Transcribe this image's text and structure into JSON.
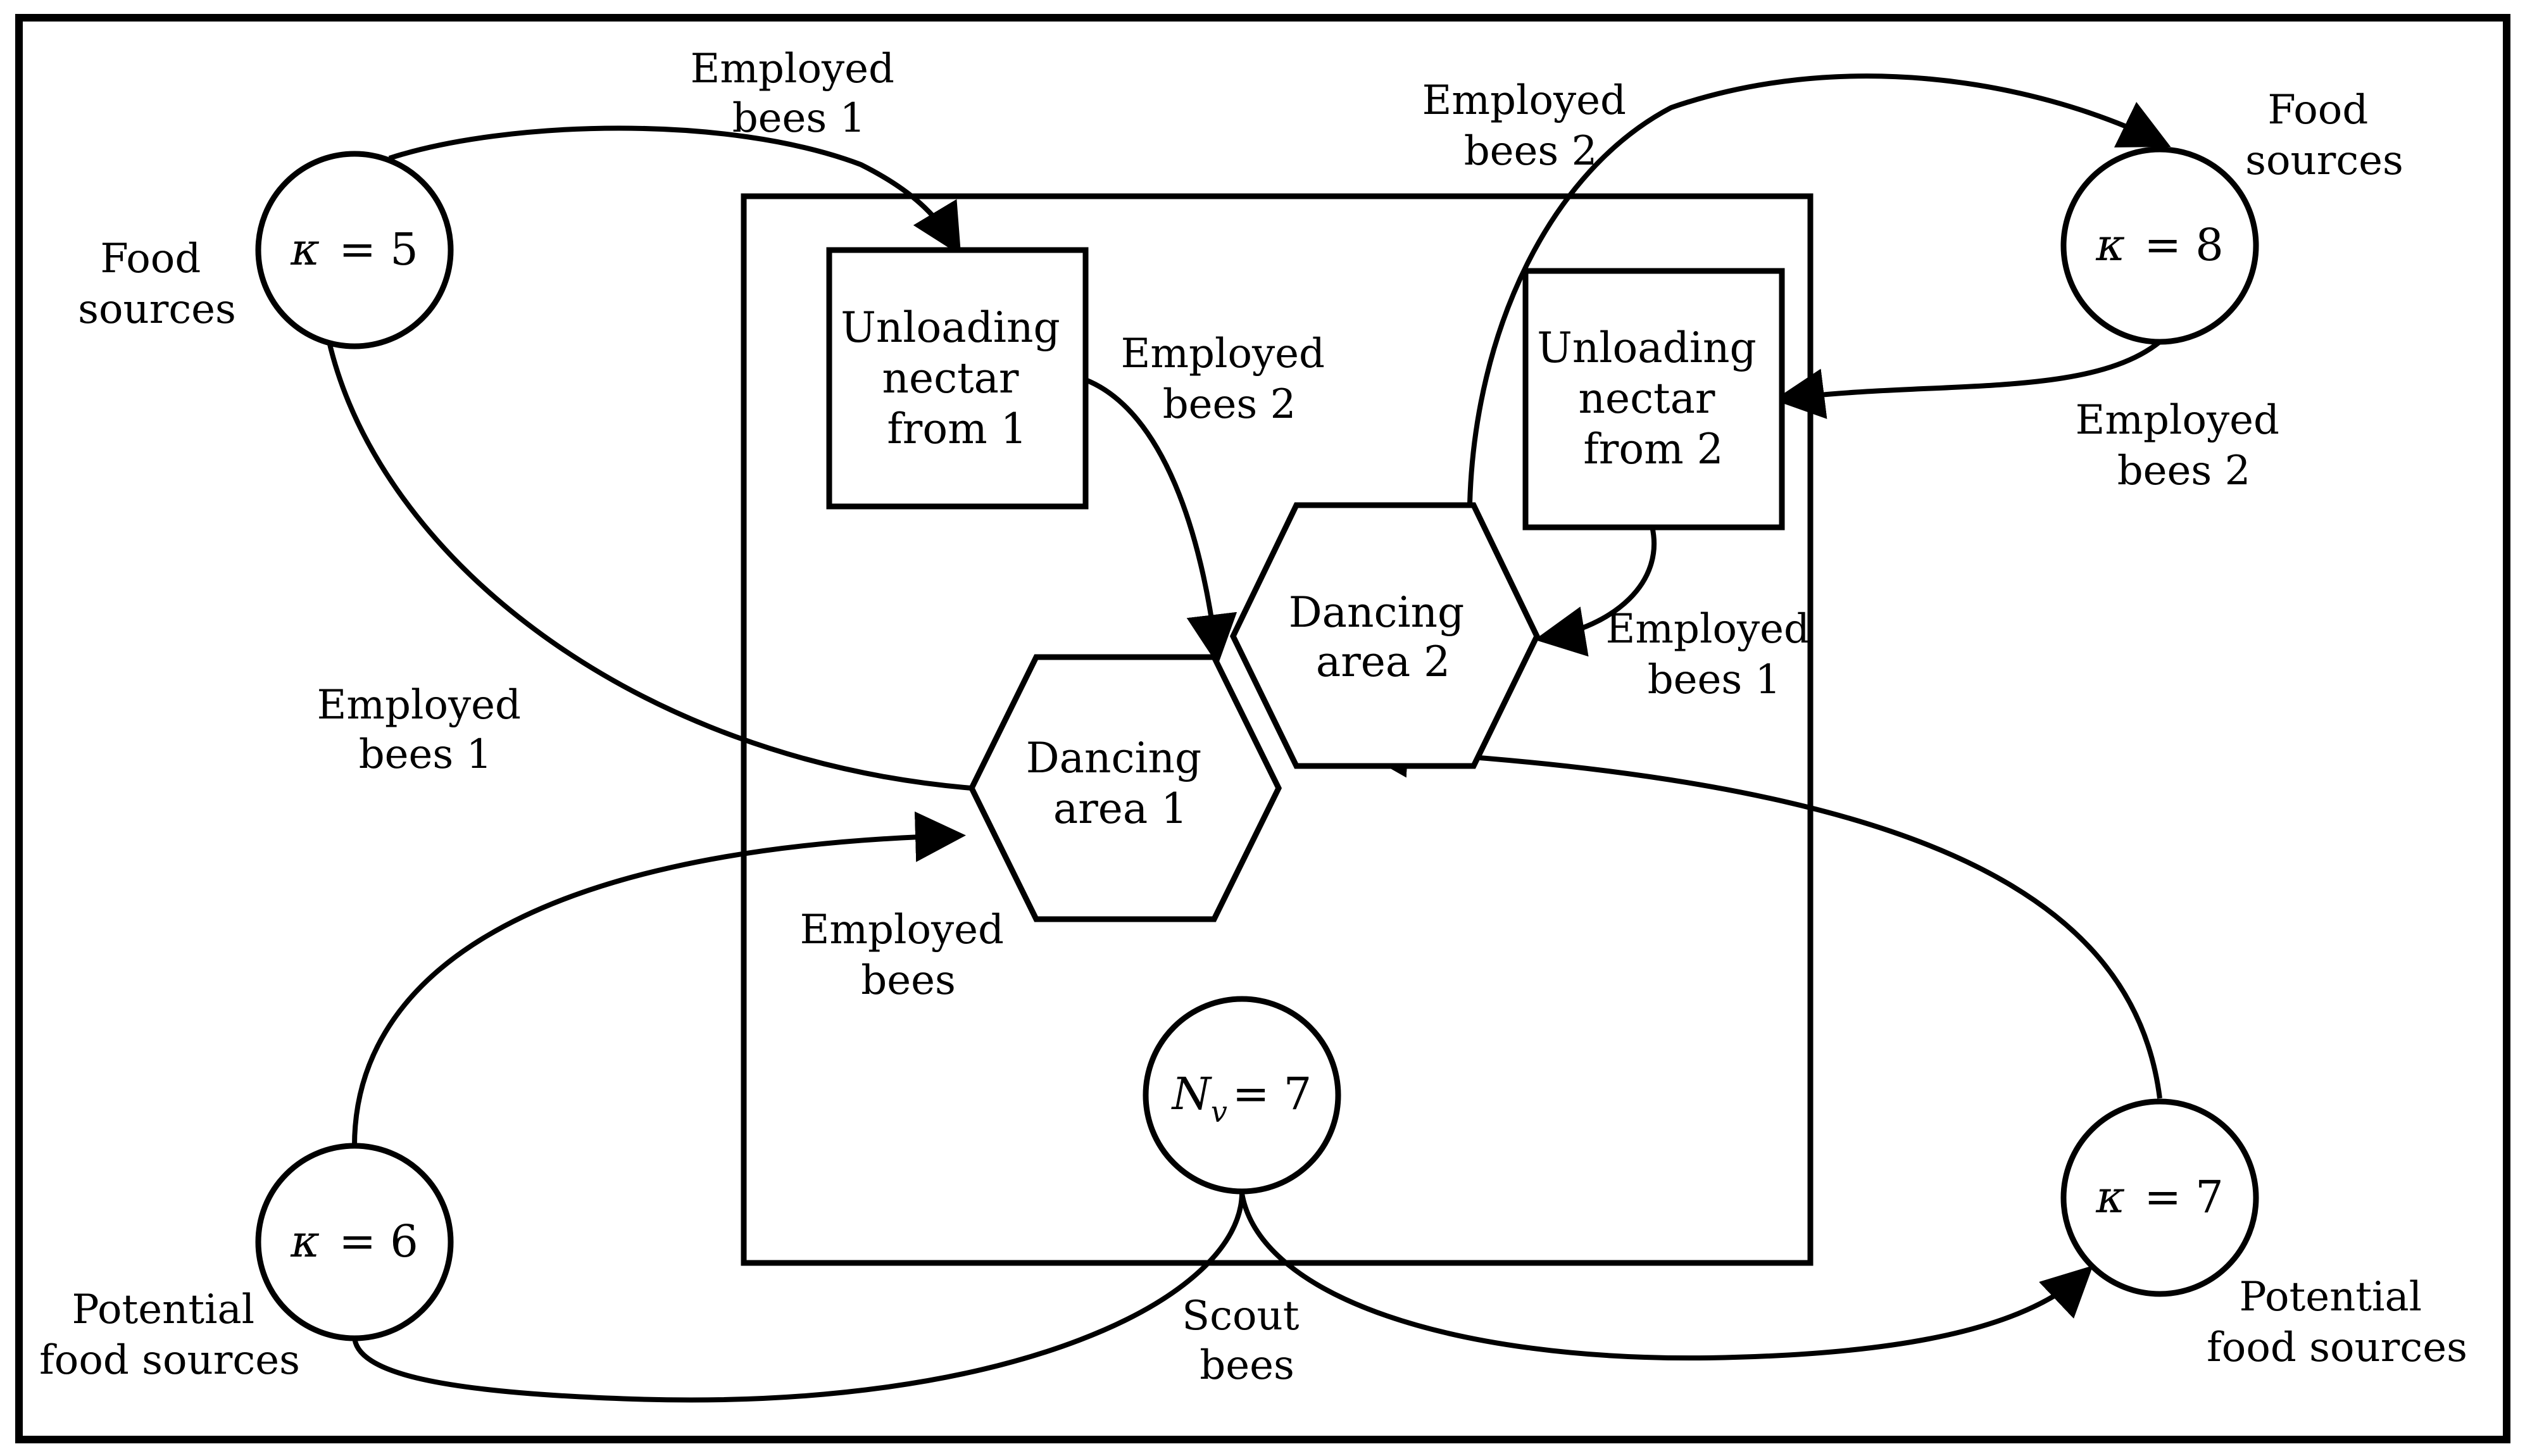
{
  "nodes": {
    "food1": {
      "symbol": "κ",
      "eq": "= 5"
    },
    "food2": {
      "symbol": "κ",
      "eq": "= 8"
    },
    "potential1": {
      "symbol": "κ",
      "eq": "= 6"
    },
    "potential2": {
      "symbol": "κ",
      "eq": "= 7"
    },
    "scouts": {
      "symbol": "N",
      "sub": "v",
      "eq": "= 7"
    },
    "unload1": [
      "Unloading",
      "nectar",
      "from 1"
    ],
    "unload2": [
      "Unloading",
      "nectar",
      "from 2"
    ],
    "dance1": [
      "Dancing",
      "area 1"
    ],
    "dance2": [
      "Dancing",
      "area 2"
    ]
  },
  "labels": {
    "food_sources_left": [
      "Food",
      "sources"
    ],
    "food_sources_right": [
      "Food",
      "sources"
    ],
    "potential_left": [
      "Potential",
      "food sources"
    ],
    "potential_right": [
      "Potential",
      "food sources"
    ],
    "employed_1_top": [
      "Employed",
      "bees 1"
    ],
    "employed_2_top": [
      "Employed",
      "bees 2"
    ],
    "employed_2_inner": [
      "Employed",
      "bees 2"
    ],
    "employed_2_right": [
      "Employed",
      "bees 2"
    ],
    "employed_1_inner_right": [
      "Employed",
      "bees 1"
    ],
    "employed_1_left": [
      "Employed",
      "bees 1"
    ],
    "employed_bees": [
      "Employed",
      "bees"
    ],
    "scout_bees": [
      "Scout",
      "bees"
    ]
  }
}
